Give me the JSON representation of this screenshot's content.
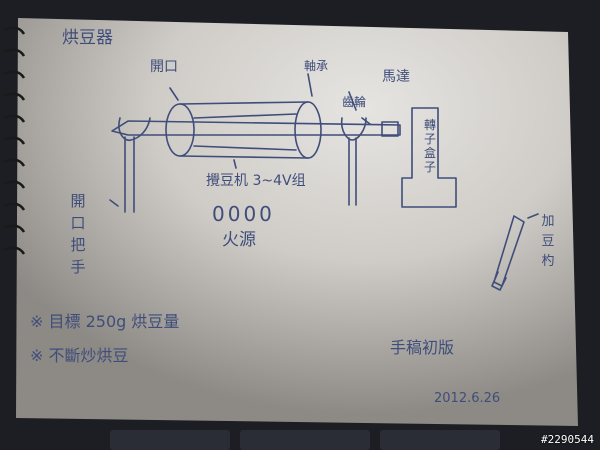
{
  "sketch": {
    "title": "烘豆器",
    "label_lid": "開口",
    "label_bearing": "軸承",
    "label_gear": "齒輪",
    "label_motor": "馬達",
    "label_motor_box": "轉子盒子",
    "label_drum": "攪豆机 3~4V组",
    "label_battery_symbols": "0000",
    "label_power": "火源",
    "label_handle": "開口把手",
    "label_spoon": "加豆杓",
    "note_1": "※ 目標 250g 烘豆量",
    "note_2": "※ 不斷炒烘豆",
    "caption": "手稿初版",
    "date": "2012.6.26"
  },
  "watermark": "#2290544",
  "colors": {
    "paper": "#c9c6c1",
    "ink": "#3f4d7a",
    "background": "#1c1e24"
  }
}
